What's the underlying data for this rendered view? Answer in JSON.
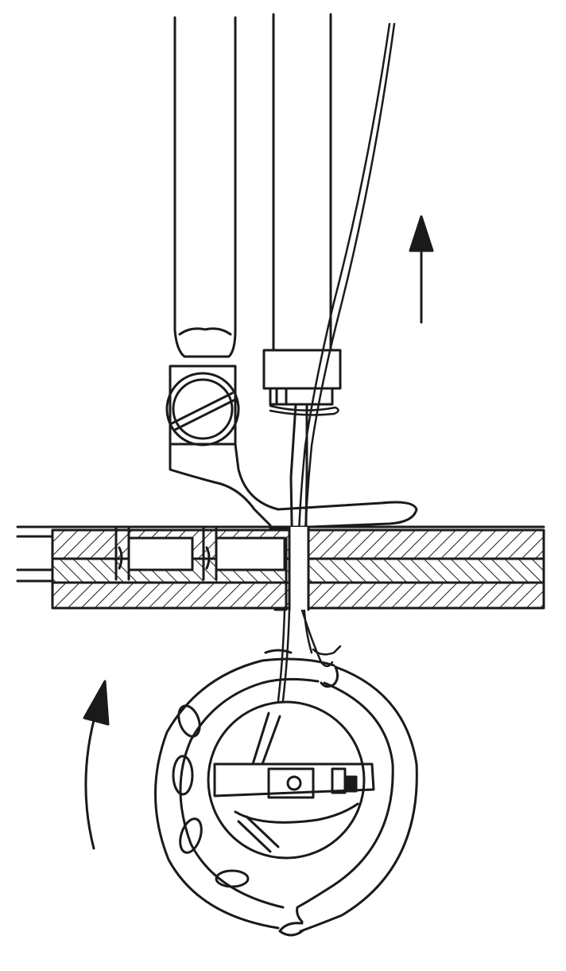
{
  "figure": {
    "kind": "technical-line-drawing",
    "subject": "sewing-machine-needle-and-rotary-hook",
    "colors": {
      "ink": "#1a1a1a",
      "paper": "#ffffff"
    },
    "parts": [
      "presser-bar",
      "needle-bar",
      "presser-foot",
      "foot-screw",
      "needle",
      "upper-thread",
      "fabric-layers",
      "rotary-hook",
      "bobbin-case",
      "lower-thread"
    ],
    "arrows": [
      {
        "name": "needle-rising-arrow",
        "direction": "up"
      },
      {
        "name": "hook-rotation-arrow",
        "direction": "counterclockwise"
      }
    ]
  }
}
